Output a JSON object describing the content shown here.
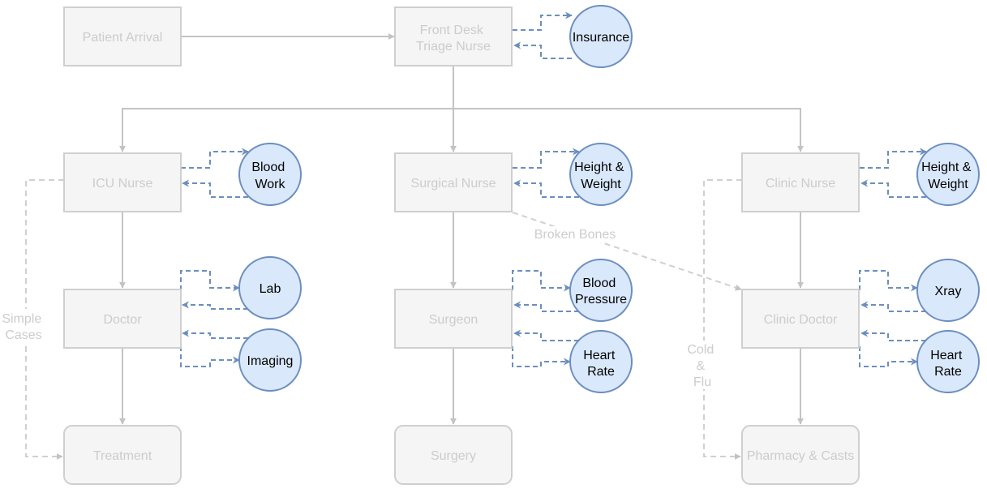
{
  "nodes": {
    "patient_arrival": "Patient Arrival",
    "front_desk": [
      "Front Desk",
      "Triage Nurse"
    ],
    "icu_nurse": "ICU Nurse",
    "surgical_nurse": "Surgical Nurse",
    "clinic_nurse": "Clinic Nurse",
    "doctor": "Doctor",
    "surgeon": "Surgeon",
    "clinic_doctor": "Clinic Doctor",
    "treatment": "Treatment",
    "surgery": "Surgery",
    "pharmacy": "Pharmacy & Casts"
  },
  "services": {
    "insurance": [
      "Insurance"
    ],
    "blood_work": [
      "Blood",
      "Work"
    ],
    "height_weight_surgical": [
      "Height &",
      "Weight"
    ],
    "height_weight_clinic": [
      "Height &",
      "Weight"
    ],
    "lab": [
      "Lab"
    ],
    "imaging": [
      "Imaging"
    ],
    "blood_pressure": [
      "Blood",
      "Pressure"
    ],
    "heart_rate_surgeon": [
      "Heart",
      "Rate"
    ],
    "xray": [
      "Xray"
    ],
    "heart_rate_clinic": [
      "Heart",
      "Rate"
    ]
  },
  "edge_labels": {
    "simple_cases": [
      "Simple",
      "Cases"
    ],
    "broken_bones": "Broken Bones",
    "cold_flu": [
      "Cold",
      "&",
      "Flu"
    ]
  },
  "colors": {
    "box_fill": "#f5f5f5",
    "box_stroke": "#cfcfcf",
    "box_text": "#cccccc",
    "circle_fill": "#dae8fc",
    "circle_stroke": "#6c8ebf",
    "flow_line": "#c3c3c3"
  }
}
